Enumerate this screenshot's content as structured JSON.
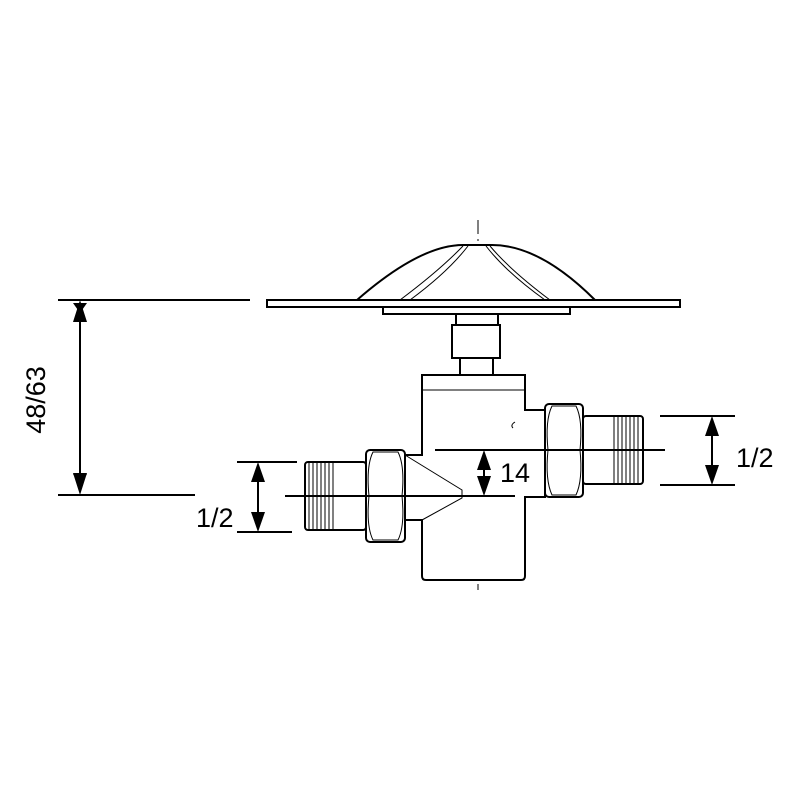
{
  "drawing": {
    "subject": "valve-with-rosette",
    "dimensions": {
      "height_label": "48/63",
      "left_inlet_label": "1/2",
      "right_outlet_label": "1/2",
      "offset_label": "14"
    },
    "colors": {
      "line": "#000000",
      "background": "#ffffff"
    }
  }
}
